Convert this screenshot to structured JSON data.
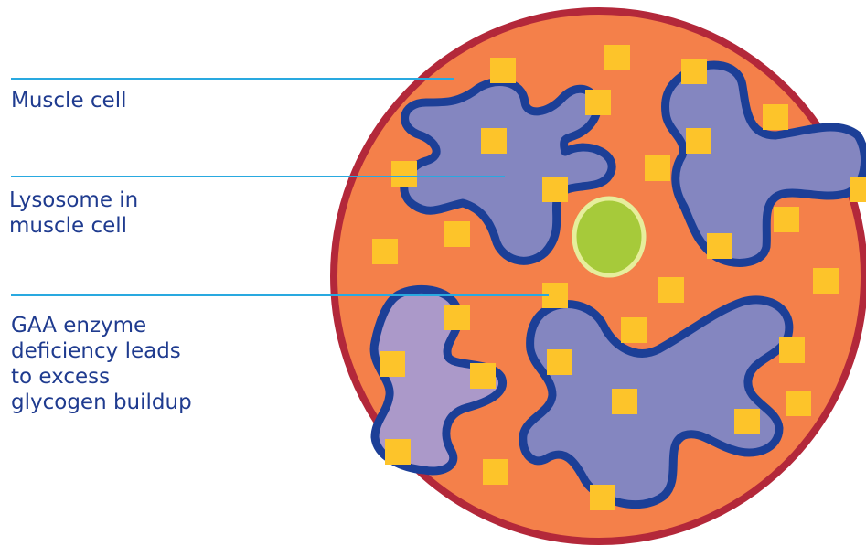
{
  "labels": {
    "muscle_cell": "Muscle cell",
    "lysosome": "Lysosome in\nmuscle cell",
    "gaa": "GAA enzyme\ndeficiency leads\nto excess\nglycogen buildup"
  },
  "colors": {
    "cell_fill": "#f4804a",
    "cell_border": "#b3283a",
    "lysosome_fill": "#8486c0",
    "lysosome_fill_light": "#ab99c9",
    "lysosome_border": "#1c3f97",
    "nucleus_fill": "#a6ca3a",
    "nucleus_border": "#e6ee9c",
    "glycogen": "#fdc42a",
    "leader_line": "#29a9e0",
    "text": "#1f3b8f"
  }
}
